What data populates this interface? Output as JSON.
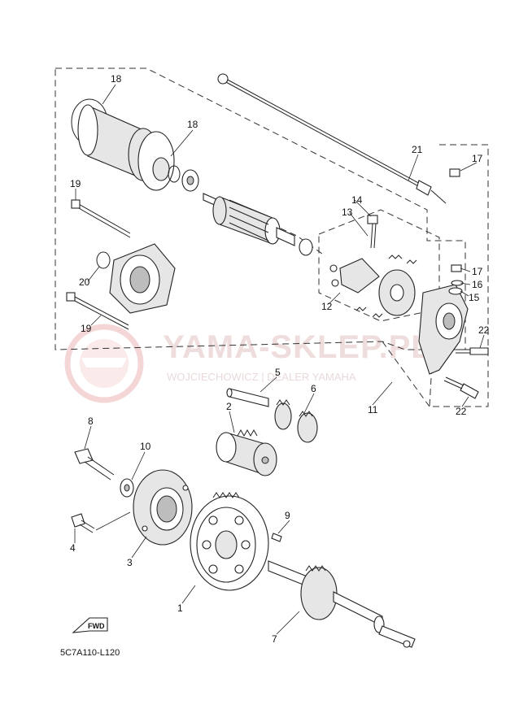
{
  "diagram": {
    "code": "5C7A110-L120",
    "fwd_label": "FWD",
    "watermark": {
      "main": "YAMA-SKLEP.PL",
      "sub": "WOJCIECHOWICZ | DEALER YAMAHA"
    },
    "callouts": {
      "c1": "1",
      "c2": "2",
      "c3": "3",
      "c4": "4",
      "c5": "5",
      "c6": "6",
      "c7": "7",
      "c8": "8",
      "c9": "9",
      "c10": "10",
      "c11": "11",
      "c12": "12",
      "c13": "13",
      "c14": "14",
      "c15": "15",
      "c16": "16",
      "c17a": "17",
      "c17b": "17",
      "c18a": "18",
      "c18b": "18",
      "c19a": "19",
      "c19b": "19",
      "c20": "20",
      "c21": "21",
      "c22a": "22",
      "c22b": "22"
    }
  }
}
